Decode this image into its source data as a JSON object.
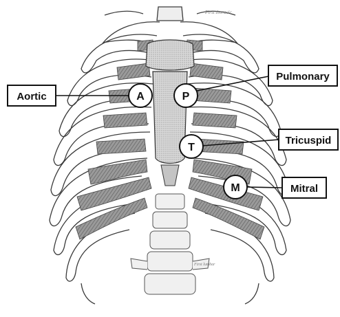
{
  "illustration": {
    "tiny_labels": {
      "first_rib": "First thoracic",
      "first_lumbar": "First lumbar"
    }
  },
  "callouts": [
    {
      "key": "aortic",
      "letter": "A",
      "label": "Aortic"
    },
    {
      "key": "pulmonary",
      "letter": "P",
      "label": "Pulmonary"
    },
    {
      "key": "tricuspid",
      "letter": "T",
      "label": "Tricuspid"
    },
    {
      "key": "mitral",
      "letter": "M",
      "label": "Mitral"
    }
  ],
  "colors": {
    "bone_stroke": "#3a3a3a",
    "bone_fill": "#f4f4f4",
    "cartilage": "#8a8a8a",
    "sternum": "#cfcfcf",
    "label_border": "#111111",
    "text": "#111111"
  }
}
